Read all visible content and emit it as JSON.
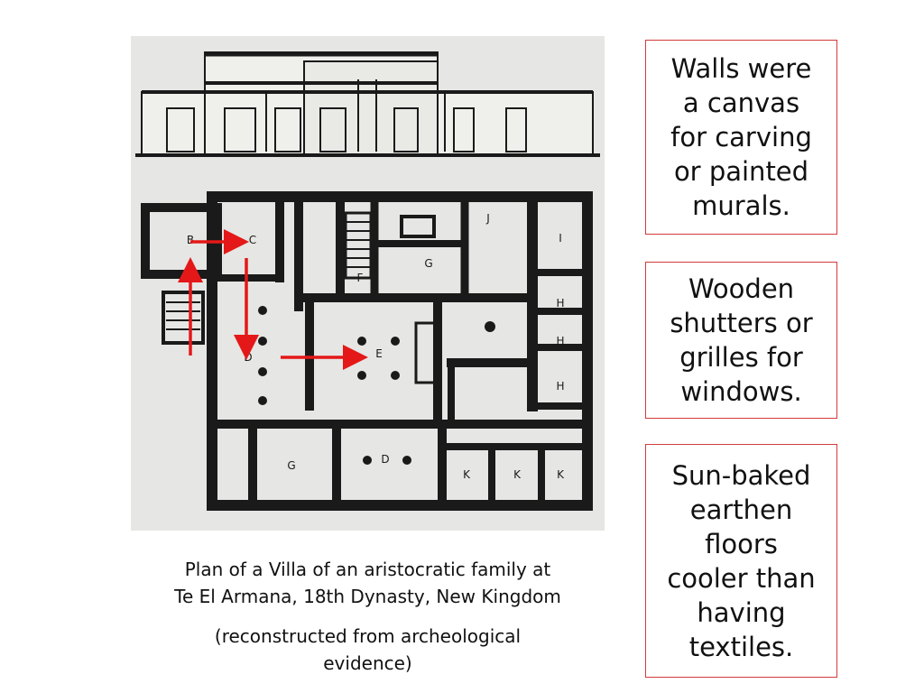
{
  "figure": {
    "room_labels": [
      "B",
      "C",
      "D",
      "E",
      "F",
      "G",
      "G",
      "J",
      "I",
      "H",
      "H",
      "H",
      "K",
      "K",
      "K",
      "G",
      "D"
    ]
  },
  "caption": {
    "line1": "Plan of a Villa of an aristocratic family at",
    "line2": "Te El Armana, 18th Dynasty, New Kingdom",
    "line3": "(reconstructed from archeological",
    "line4": "evidence)"
  },
  "notes": [
    {
      "lines": [
        "Walls were",
        "a canvas",
        "for carving",
        "or painted",
        "murals."
      ]
    },
    {
      "lines": [
        "Wooden",
        "shutters or",
        "grilles for",
        "windows."
      ]
    },
    {
      "lines": [
        "Sun-baked",
        "earthen",
        "floors",
        "cooler than",
        "having",
        "textiles."
      ]
    }
  ],
  "colors": {
    "note_border": "#d23b3b",
    "arrow": "#e41818",
    "plan_ink": "#1a1a1a",
    "figure_bg": "#e6e6e4"
  }
}
